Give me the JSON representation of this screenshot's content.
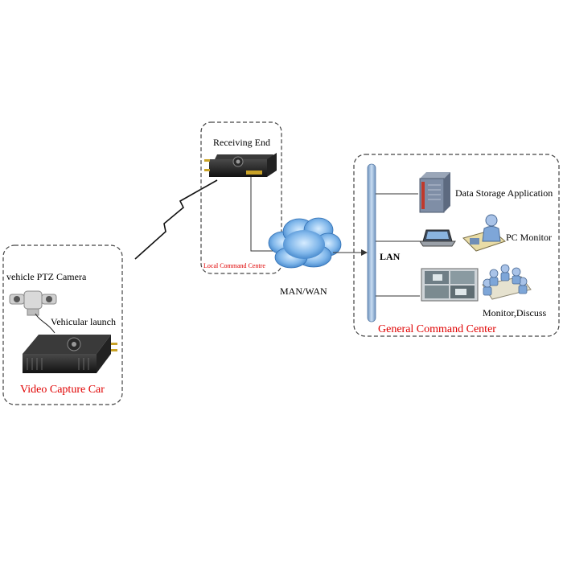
{
  "zones": {
    "video_capture_car": {
      "title": "Video Capture Car",
      "camera_label": "vehicle PTZ Camera",
      "device_label": "Vehicular launch"
    },
    "local_command": {
      "device_label": "Receiving End",
      "title": "Local Command Centre"
    },
    "network": {
      "cloud_label": "MAN/WAN"
    },
    "general_command": {
      "title": "General Command Center",
      "bus_label": "LAN",
      "items": [
        {
          "label": "Data Storage Application"
        },
        {
          "label": "PC Monitor"
        },
        {
          "label": "Monitor,Discuss"
        }
      ]
    }
  },
  "colors": {
    "title_red": "#e00000",
    "lan_bus": "#a9c4e4",
    "cloud": "#5e9bd8",
    "device_dark": "#1e1e1e"
  }
}
